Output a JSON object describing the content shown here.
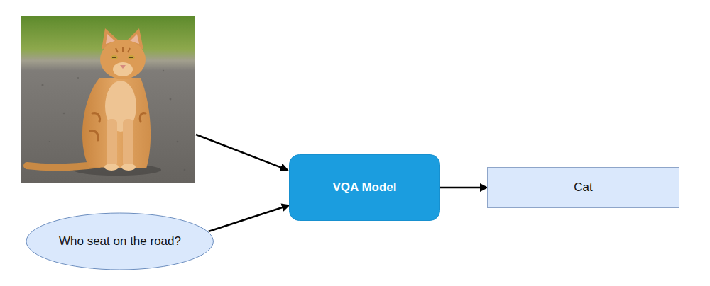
{
  "diagram": {
    "nodes": [
      {
        "text": [
          "Who seat on the road?"
        ]
      },
      {
        "text": [
          "VQA Model"
        ]
      },
      {
        "text": [
          "Cat"
        ]
      }
    ],
    "edges": [
      {
        "from": 0,
        "to": 1,
        "arrow": "to"
      },
      {
        "from": 1,
        "to": 2,
        "arrow": "to"
      }
    ]
  }
}
